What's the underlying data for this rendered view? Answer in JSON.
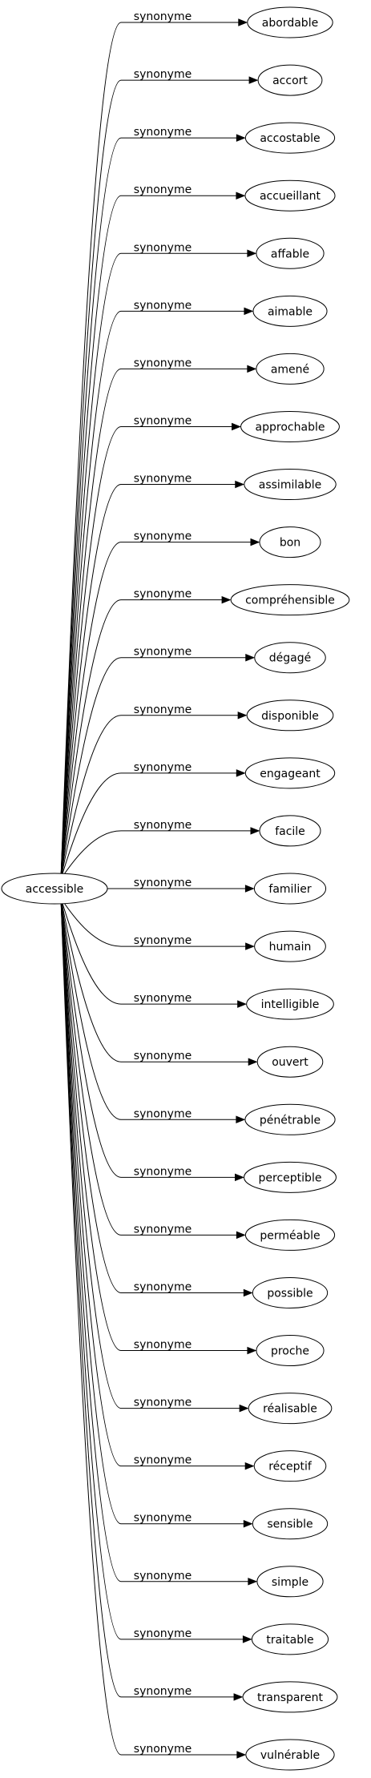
{
  "source": {
    "label": "accessible"
  },
  "relation_label": "synonyme",
  "targets": [
    "abordable",
    "accort",
    "accostable",
    "accueillant",
    "affable",
    "aimable",
    "amené",
    "approchable",
    "assimilable",
    "bon",
    "compréhensible",
    "dégagé",
    "disponible",
    "engageant",
    "facile",
    "familier",
    "humain",
    "intelligible",
    "ouvert",
    "pénétrable",
    "perceptible",
    "perméable",
    "possible",
    "proche",
    "réalisable",
    "réceptif",
    "sensible",
    "simple",
    "traitable",
    "transparent",
    "vulnérable"
  ]
}
